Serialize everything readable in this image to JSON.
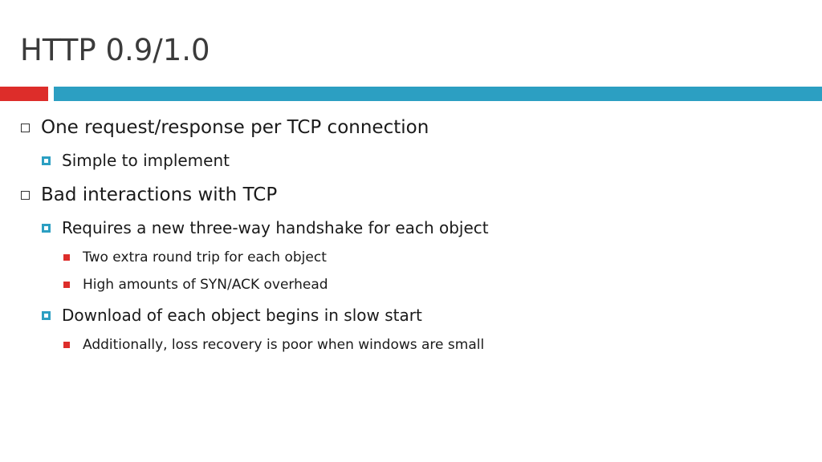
{
  "slide": {
    "title": "HTTP 0.9/1.0",
    "accent_colors": {
      "red": "#dd2d2a",
      "blue": "#2c9fc2"
    },
    "bullets": [
      {
        "level": 1,
        "text": "One request/response per TCP connection"
      },
      {
        "level": 2,
        "text": "Simple to implement"
      },
      {
        "level": 1,
        "text": "Bad interactions with TCP"
      },
      {
        "level": 2,
        "text": "Requires a new three-way handshake for each object"
      },
      {
        "level": 3,
        "text": "Two extra round trip for each object"
      },
      {
        "level": 3,
        "text": "High amounts of SYN/ACK overhead"
      },
      {
        "level": 2,
        "text": "Download of each object begins in slow start"
      },
      {
        "level": 3,
        "text": "Additionally, loss recovery is poor when windows are small"
      }
    ]
  }
}
